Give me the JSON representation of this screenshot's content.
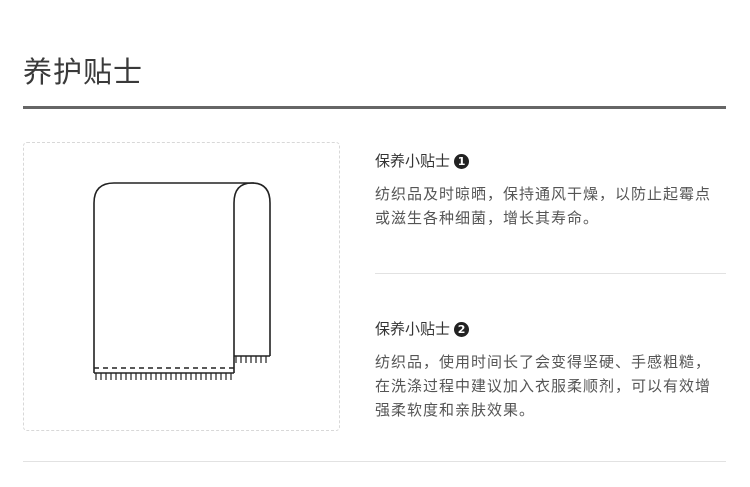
{
  "section": {
    "title": "养护贴士"
  },
  "illustration": {
    "icon": "towel-icon"
  },
  "tips": [
    {
      "title": "保养小贴士",
      "number": "1",
      "body": "纺织品及时晾晒，保持通风干燥，以防止起霉点或滋生各种细菌，增长其寿命。"
    },
    {
      "title": "保养小贴士",
      "number": "2",
      "body": "纺织品，使用时间长了会变得坚硬、手感粗糙，在洗涤过程中建议加入衣服柔顺剂，可以有效增强柔软度和亲肤效果。"
    }
  ]
}
